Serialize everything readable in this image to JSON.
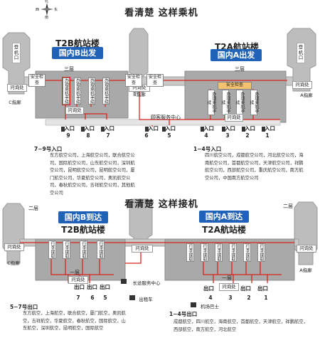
{
  "compass": {
    "n": "北",
    "s": "南",
    "w": "西",
    "e": "东"
  },
  "departure": {
    "heading": "看清楚 这样乘机",
    "t2b": {
      "name": "T2B航站楼",
      "band": "国内B出发"
    },
    "t2a": {
      "name": "T2A航站楼",
      "band": "国内A出发"
    },
    "floor": "三层",
    "left_pier": {
      "label": "登机口",
      "wing": "C指廊",
      "inquiry": "问询处"
    },
    "right_pier": {
      "label": "登机口",
      "wing": "A指廊",
      "inquiry": "问询处"
    },
    "mid_pier": {
      "wing": "B指廊",
      "inquiry": "问询处"
    },
    "security": [
      "安全检查",
      "安全检查",
      "安全检查"
    ],
    "security_a": "安全检查",
    "checkin_b": [
      "办理乘机手续",
      "办理乘机手续",
      "办理乘机手续",
      "办理乘机手续"
    ],
    "checkin_a": [
      "办理乘机手续",
      "办理乘机手续",
      "办理乘机手续",
      "办理乘机手续"
    ],
    "inquiry_b": "问询处",
    "inquiry_a": "问询处",
    "service_center": "顾客服务中心",
    "entrance_label": "入口",
    "gates": [
      "9",
      "8",
      "7",
      "6",
      "5",
      "4",
      "3",
      "2",
      "1"
    ],
    "note_b_title": "7−9号入口",
    "note_b": "东方航空公司，上海航空公司，联合航空公司，国际航空公司，山东航空公司，深圳航空公司，昆明航空公司，昆明航空公司，厦门航空公司，华夏航空公司，奥凯航空公司，春秋航空公司，吉祥航空公司，其他航空公司",
    "note_a_title": "1−4号入口",
    "note_a": "四川航空公司，成都航空公司，河北航空公司，海南航空公司，首都航空公司，天津航空公司，祥鹏航空公司，西部航空公司，重庆航空公司，南方航空公司，中国南方航空公司"
  },
  "arrival": {
    "heading": "看清楚 这样接机",
    "t2b": {
      "name": "T2B航站楼",
      "band": "国内B到达"
    },
    "t2a": {
      "name": "T2A航站楼",
      "band": "国内A到达"
    },
    "floor_upper": "二层",
    "floor_upper_r": "二层",
    "floor_lower_b": "一层",
    "floor_lower_a": "一层",
    "left_pier": {
      "wing": "C指廊",
      "inquiry": "问询处"
    },
    "right_pier": {
      "wing": "A指廊",
      "inquiry": "问询处"
    },
    "mid_pier": {
      "inquiry": "问询处"
    },
    "baggage_b": [
      "行李提取",
      "行李提取",
      "行李提取",
      "行李提取"
    ],
    "baggage_a": [
      "行李提取",
      "行李提取",
      "行李提取",
      "行李提取",
      "行李提取",
      "行李提取"
    ],
    "inquiry_b": "问询处",
    "inquiry_a": "问询处",
    "service_center": "长途服务中心",
    "taxi": "出租车",
    "bus": "机场巴士",
    "exit_label": "出口",
    "exits_b": [
      "7",
      "6",
      "5"
    ],
    "exits_a": [
      "4",
      "3",
      "2",
      "1"
    ],
    "note_b_title": "5−7号出口",
    "note_b": "东方航空，上海航空，联合航空，厦门航空，奥凯航空，吉祥航空，华夏航空，春秋航空，国际航空，山东航空，深圳航空，昆明航空，国际航空",
    "note_a_title": "1−4号出口",
    "note_a": "成都航空，四川航空，海南航空，首都航空，天津航空，祥鹏航空，西部航空，南方航空，河北航空"
  },
  "colors": {
    "route": "#d6261d",
    "band": "#1f62b7",
    "building": "#a9a9a9",
    "pier": "#bdbdbd"
  }
}
